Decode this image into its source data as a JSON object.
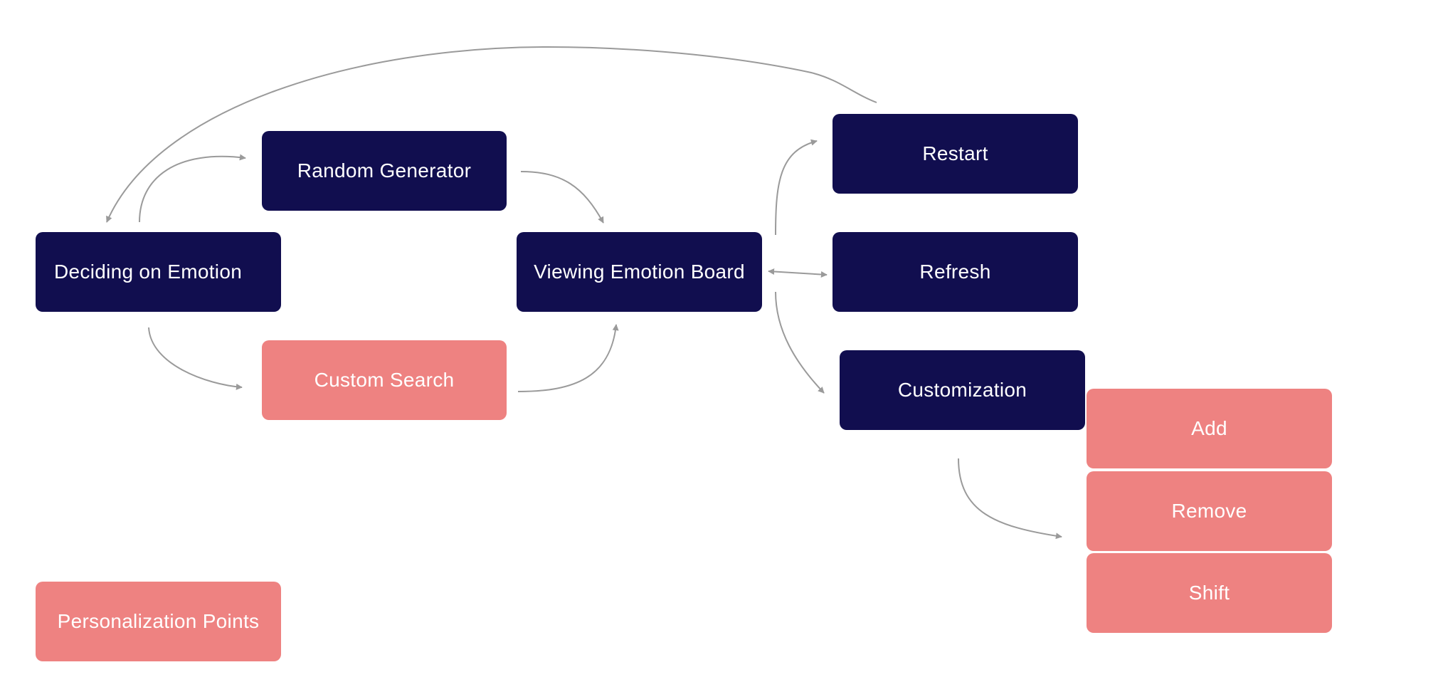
{
  "colors": {
    "primary_step": "#110e4f",
    "personalization": "#ee8281",
    "arrow": "#9a9a9a",
    "text": "#ffffff"
  },
  "nodes": {
    "random_generator": "Random Generator",
    "deciding_on_emotion": "Deciding on Emotion",
    "custom_search": "Custom Search",
    "viewing_emotion_board": "Viewing Emotion Board",
    "restart": "Restart",
    "refresh": "Refresh",
    "customization": "Customization",
    "add": "Add",
    "remove": "Remove",
    "shift": "Shift",
    "personalization_points": "Personalization Points"
  },
  "edges": [
    {
      "from": "deciding_on_emotion",
      "to": "random_generator"
    },
    {
      "from": "deciding_on_emotion",
      "to": "custom_search"
    },
    {
      "from": "random_generator",
      "to": "viewing_emotion_board"
    },
    {
      "from": "custom_search",
      "to": "viewing_emotion_board"
    },
    {
      "from": "viewing_emotion_board",
      "to": "restart"
    },
    {
      "from": "viewing_emotion_board",
      "to": "refresh",
      "bidirectional": true
    },
    {
      "from": "viewing_emotion_board",
      "to": "customization"
    },
    {
      "from": "customization",
      "to": "add_remove_shift"
    },
    {
      "from": "restart",
      "to": "deciding_on_emotion"
    }
  ]
}
